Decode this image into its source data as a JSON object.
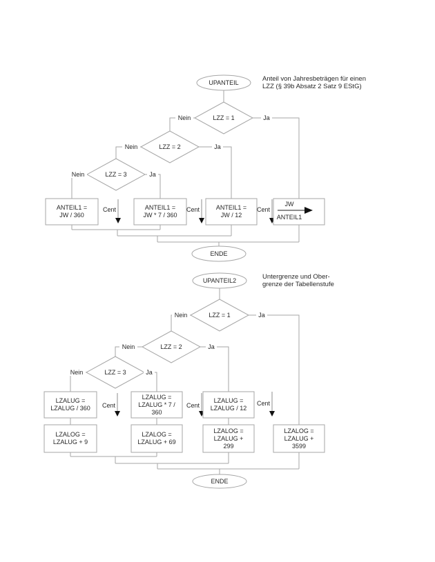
{
  "colors": {
    "background": "#ffffff",
    "shape_outline": "#a6a6a6",
    "connector": "#a6a6a6",
    "text": "#262626",
    "arrow": "#111111"
  },
  "shared": {
    "yes_label": "Ja",
    "no_label": "Nein",
    "cent_label": "Cent"
  },
  "chart1": {
    "title_annotation": {
      "line1": "Anteil von Jahresbeträgen für einen",
      "line2": "LZZ (§ 39b Absatz 2 Satz 9 EStG)"
    },
    "start_label": "UPANTEIL",
    "end_label": "ENDE",
    "decisions": {
      "d1": "LZZ = 1",
      "d2": "LZZ = 2",
      "d3": "LZZ = 3"
    },
    "boxes": {
      "b1": {
        "line1": "ANTEIL1 =",
        "line2": "JW / 360"
      },
      "b2": {
        "line1": "ANTEIL1 =",
        "line2": "JW * 7 / 360"
      },
      "b3": {
        "line1": "ANTEIL1 =",
        "line2": "JW / 12"
      },
      "b4": {
        "numerator": "JW",
        "denominator": "ANTEIL1"
      }
    }
  },
  "chart2": {
    "title_annotation": {
      "line1": "Untergrenze und Ober-",
      "line2": "grenze der Tabellenstufe"
    },
    "start_label": "UPANTEIL2",
    "end_label": "ENDE",
    "decisions": {
      "d1": "LZZ = 1",
      "d2": "LZZ = 2",
      "d3": "LZZ = 3"
    },
    "boxes_row1": {
      "b1": {
        "line1": "LZALUG =",
        "line2": "LZALUG / 360"
      },
      "b2": {
        "line1": "LZALUG =",
        "line2": "LZALUG * 7 /",
        "line3": "360"
      },
      "b3": {
        "line1": "LZALUG =",
        "line2": "LZALUG / 12"
      }
    },
    "boxes_row2": {
      "c1": {
        "line1": "LZALOG =",
        "line2": "LZALUG + 9"
      },
      "c2": {
        "line1": "LZALOG =",
        "line2": "LZALUG + 69"
      },
      "c3": {
        "line1": "LZALOG =",
        "line2": "LZALUG +",
        "line3": "299"
      },
      "c4": {
        "line1": "LZALOG =",
        "line2": "LZALUG +",
        "line3": "3599"
      }
    }
  }
}
